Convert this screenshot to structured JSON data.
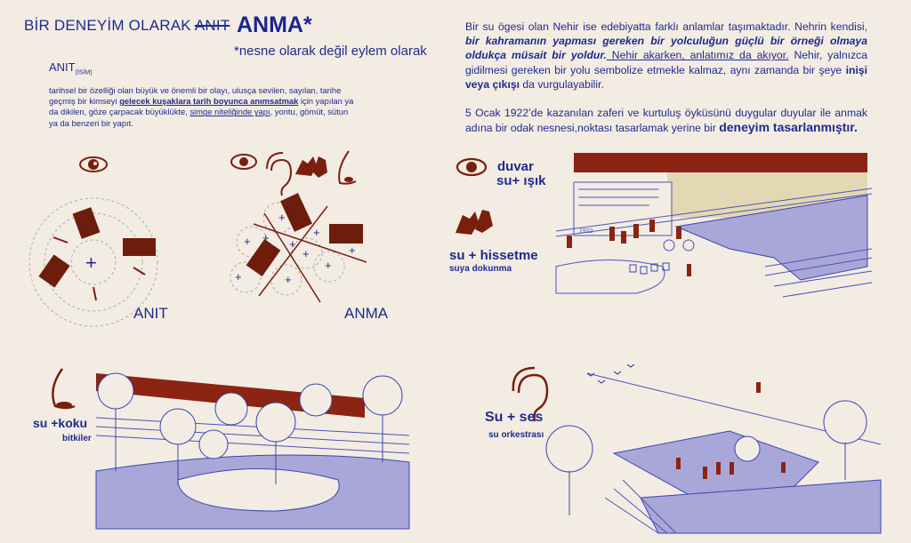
{
  "header": {
    "title_prefix": "BİR DENEYİM OLARAK",
    "title_struck": "ANIT",
    "title_main": "ANMA*",
    "subtitle": "*nesne olarak değil eylem olarak"
  },
  "definition": {
    "term": "ANIT",
    "term_sub": "(İSİM)",
    "text_1": "tarihsel bir özelliği olan büyük ve önemli bir olayı, ulusça sevilen, sayılan, tarihe geçmiş bir kimseyi ",
    "text_bold": "gelecek kuşaklara tarih boyunca anımsatmak",
    "text_2": " için yapılan ya da dikilen, göze çarpacak büyüklükte, ",
    "text_underlined": "simge niteliğinde yapı",
    "text_3": ", yontu, gömüt, sütun ya da benzeri bir yapıt."
  },
  "intro": {
    "p1_a": "Bir su ögesi olan Nehir ise edebiyatta farklı anlamlar taşımaktadır. Nehrin kendisi, ",
    "p1_bi": "bir kahramanın yapması gereken bir yolculuğun güçlü bir örneği olmaya oldukça müsait bir yoldur.",
    "p1_u": " Nehir akarken, anlatımız da akıyor.",
    "p1_b": " Nehir, yalnızca gidilmesi gereken bir yolu sembolize etmekle kalmaz, aynı zamanda bir şeye ",
    "p1_bold": "inişi veya çıkışı",
    "p1_c": " da vurgulayabilir.",
    "p2_a": "5 Ocak 1922’de kazanılan zaferi ve kurtuluş öyküsünü duygular duyular ile anmak adına bir odak nesnesi,noktası tasarlamak yerine bir ",
    "p2_bold": "deneyim tasarlanmıştır."
  },
  "diagrams": {
    "anit_label": "ANIT",
    "anma_label": "ANMA"
  },
  "senses": {
    "sight": {
      "title_1": "duvar",
      "title_2": "su+ ışık"
    },
    "touch": {
      "title": "su + hissetme",
      "sub": "suya dokunma"
    },
    "smell": {
      "title": "su +koku",
      "sub": "bitkiler"
    },
    "hearing": {
      "title": "Su + ses",
      "sub": "su orkestrası"
    }
  },
  "scene": {
    "wall_year": "1922"
  },
  "colors": {
    "bg": "#f3ece3",
    "navy": "#1f2a8c",
    "maroon": "#7a1f0e",
    "lavender": "#a9a6d8"
  }
}
